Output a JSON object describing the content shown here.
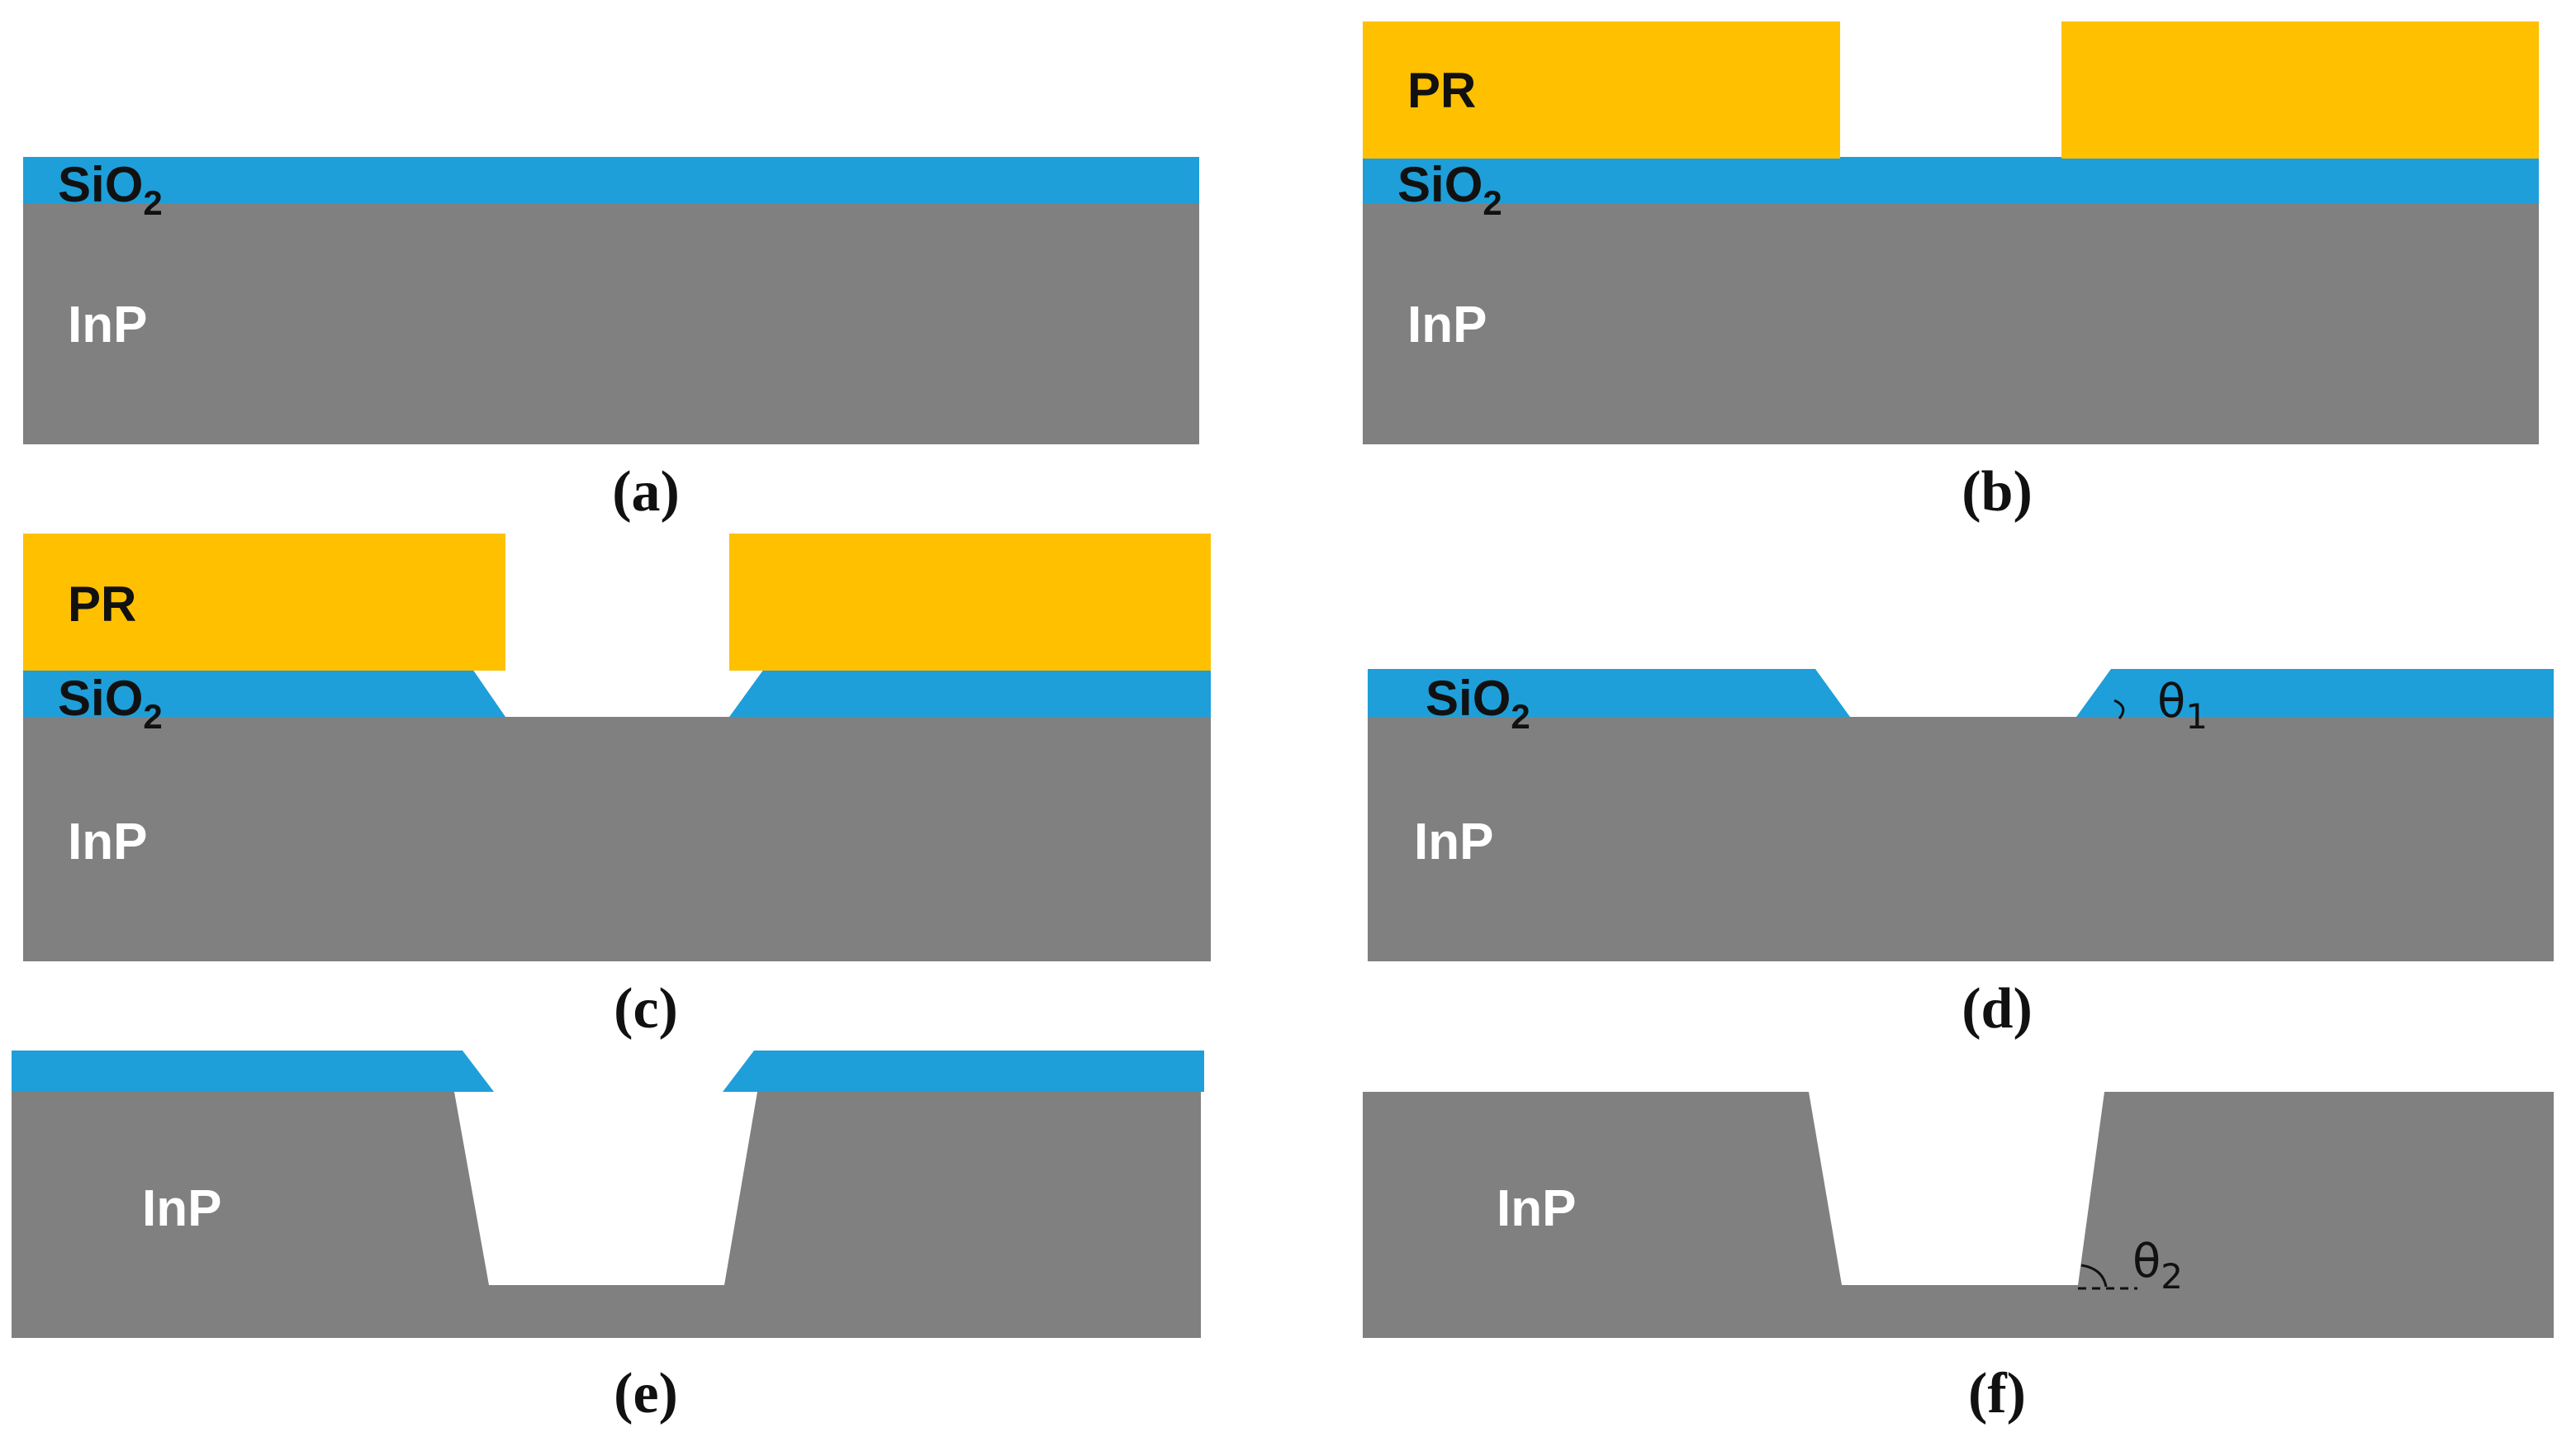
{
  "colors": {
    "inp": "#808080",
    "sio2": "#1e9fd9",
    "pr": "#ffc000",
    "text_dark": "#111111",
    "text_light": "#ffffff"
  },
  "labels": {
    "sio2_main": "SiO",
    "sio2_sub": "2",
    "inp": "InP",
    "pr": "PR",
    "theta": "θ",
    "theta1_sub": "1",
    "theta2_sub": "2"
  },
  "panels": [
    {
      "id": "a",
      "caption": "(a)"
    },
    {
      "id": "b",
      "caption": "(b)"
    },
    {
      "id": "c",
      "caption": "(c)"
    },
    {
      "id": "d",
      "caption": "(d)"
    },
    {
      "id": "e",
      "caption": "(e)"
    },
    {
      "id": "f",
      "caption": "(f)"
    }
  ]
}
